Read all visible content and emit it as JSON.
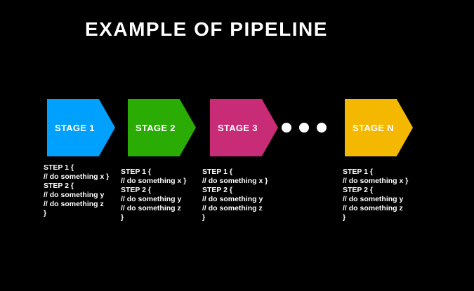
{
  "title": "EXAMPLE OF PIPELINE",
  "colors": {
    "background": "#000000",
    "text": "#FFFFFF",
    "stage1": "#00A0FF",
    "stage2": "#2AAC05",
    "stage3": "#C92C77",
    "stageN": "#F5B800",
    "ellipsis_dot": "#FFFFFF"
  },
  "stages": [
    {
      "label": "STAGE 1",
      "color": "#00A0FF"
    },
    {
      "label": "STAGE 2",
      "color": "#2AAC05"
    },
    {
      "label": "STAGE 3",
      "color": "#C92C77"
    },
    {
      "label": "STAGE N",
      "color": "#F5B800"
    }
  ],
  "ellipsis": {
    "dot_count": 3
  },
  "code_block": {
    "lines": [
      "STEP 1 {",
      "// do something x }",
      "STEP 2 {",
      "// do something y",
      "// do something z",
      "}"
    ]
  }
}
